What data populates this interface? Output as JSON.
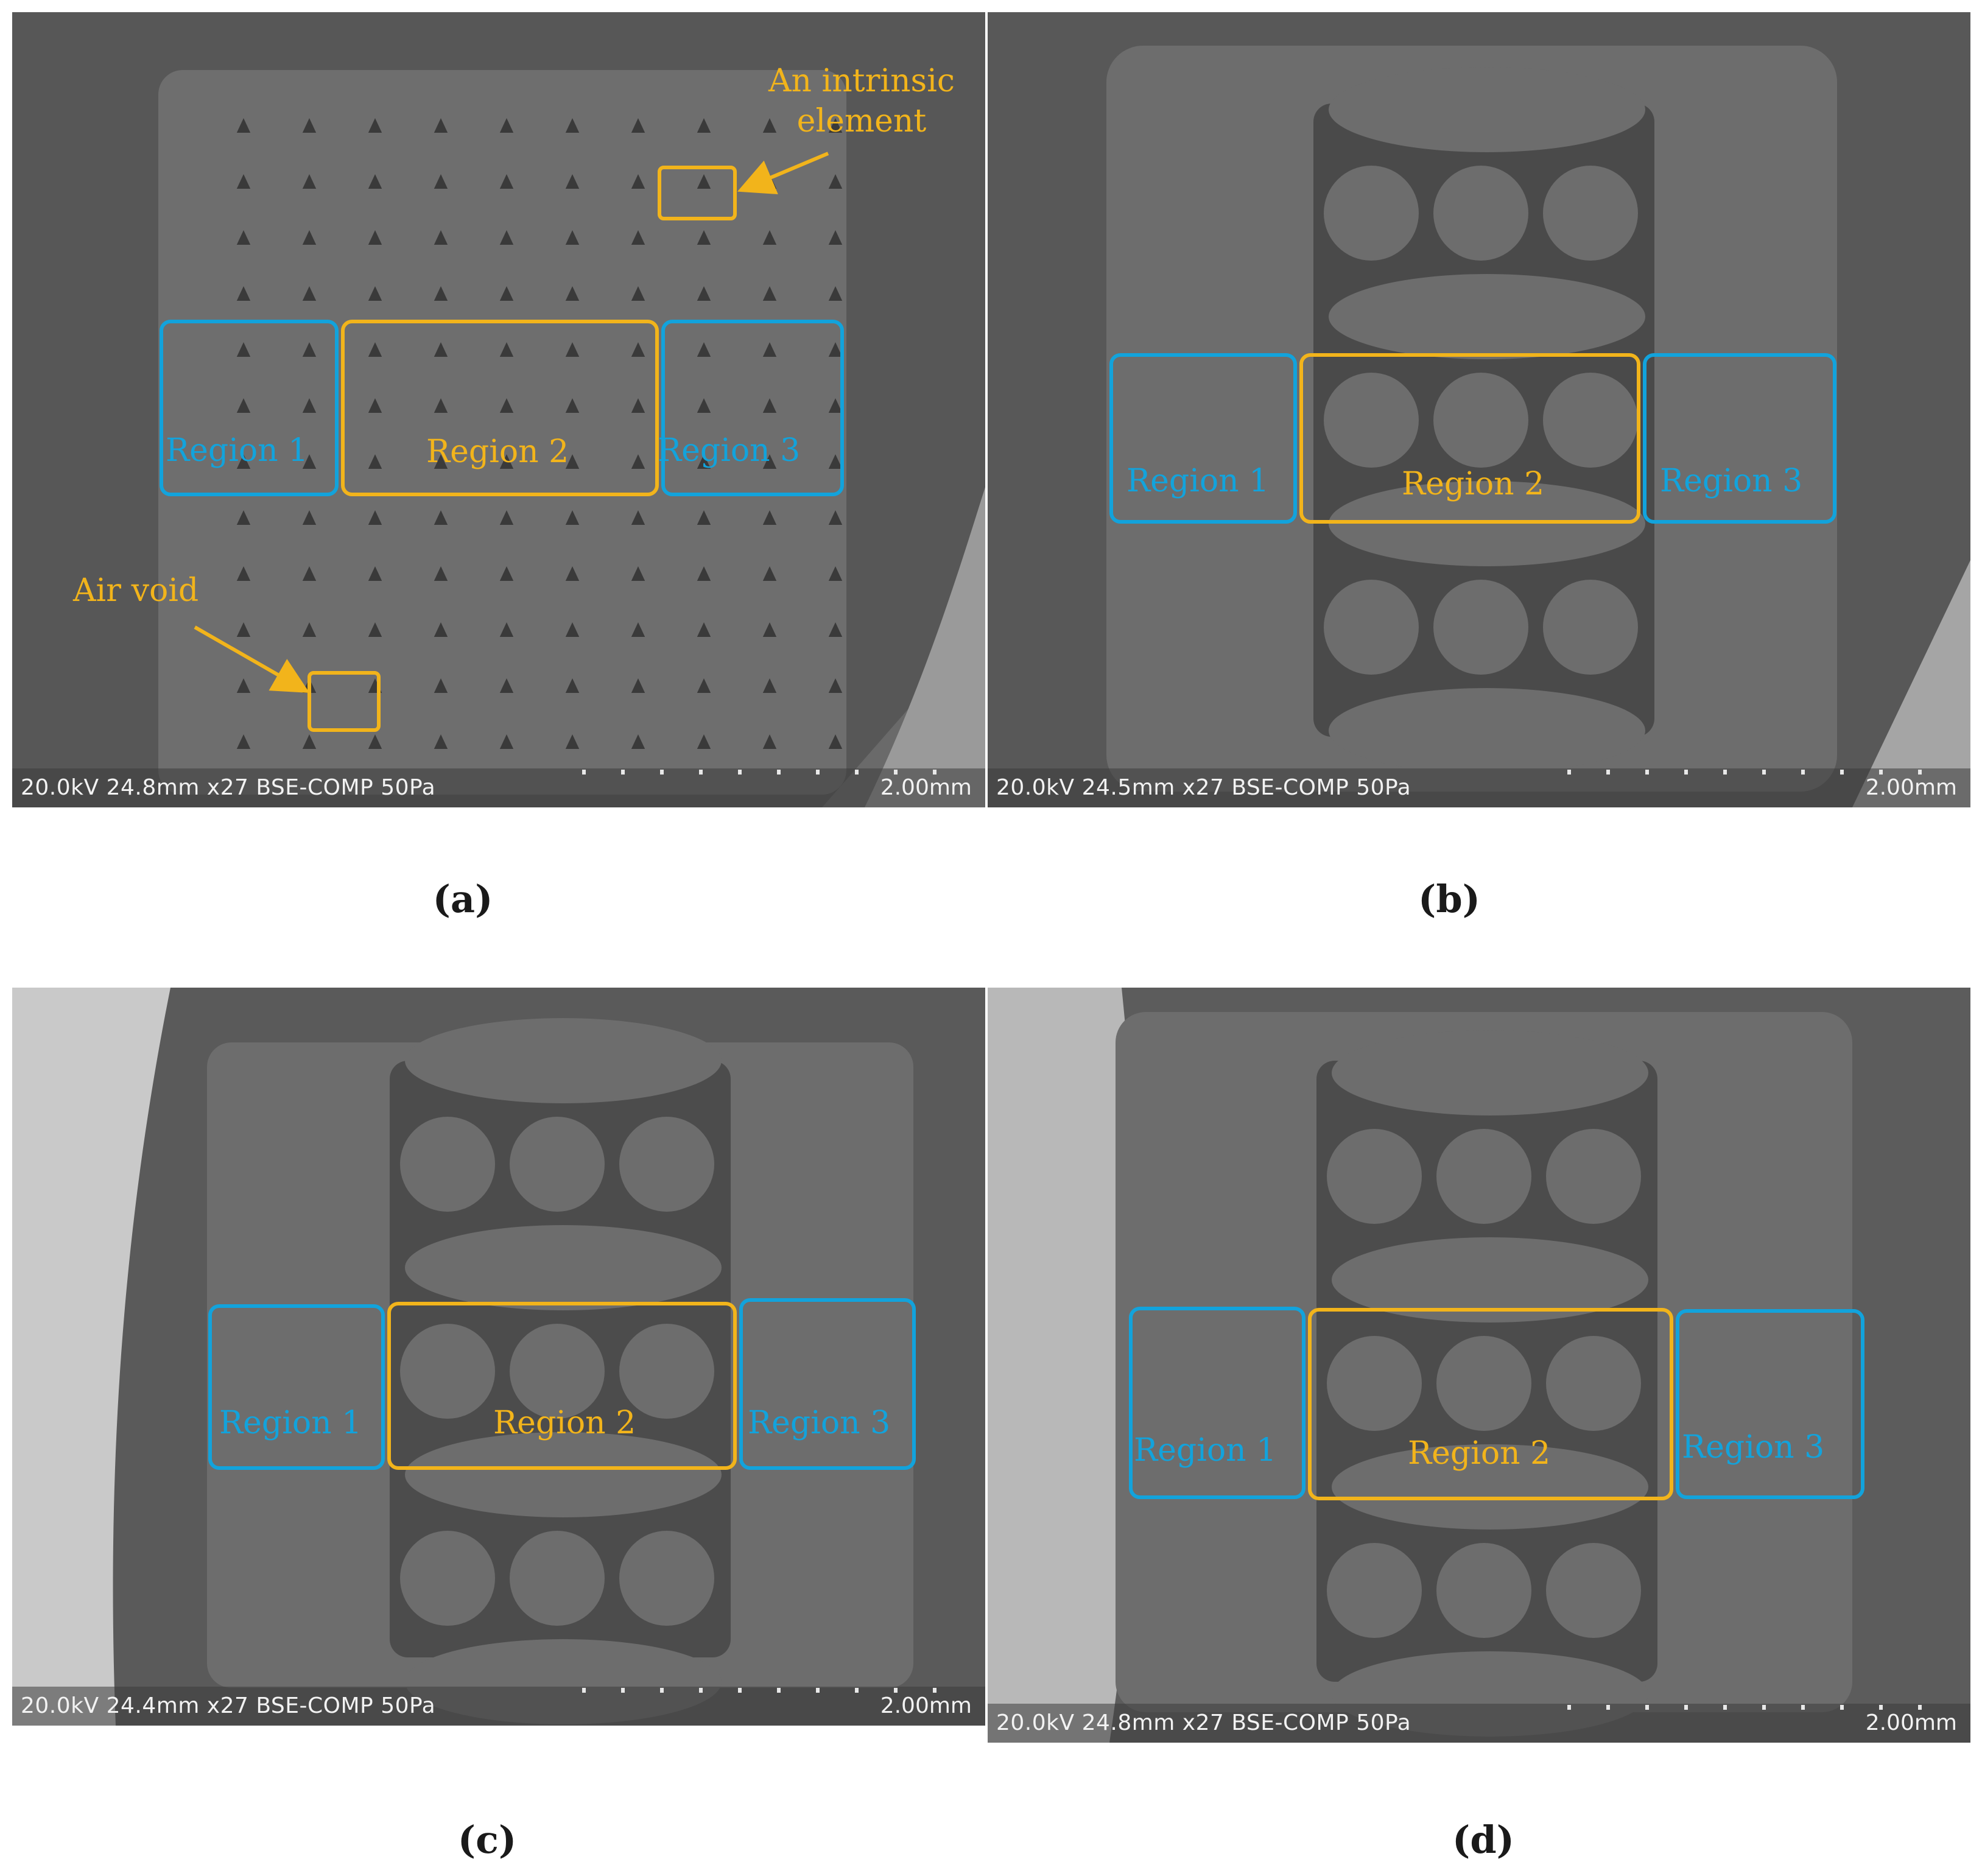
{
  "figure": {
    "panels": [
      {
        "id": "a",
        "caption": "(a)",
        "scale_text": "20.0kV 24.8mm x27 BSE-COMP 50Pa",
        "scale_bar": "2.00mm",
        "regions": [
          "Region 1",
          "Region 2",
          "Region 3"
        ],
        "annotations": {
          "intrinsic_element": "An intrinsic element",
          "air_void": "Air void"
        }
      },
      {
        "id": "b",
        "caption": "(b)",
        "scale_text": "20.0kV 24.5mm x27 BSE-COMP 50Pa",
        "scale_bar": "2.00mm",
        "regions": [
          "Region 1",
          "Region 2",
          "Region 3"
        ]
      },
      {
        "id": "c",
        "caption": "(c)",
        "scale_text": "20.0kV 24.4mm x27 BSE-COMP 50Pa",
        "scale_bar": "2.00mm",
        "regions": [
          "Region 1",
          "Region 2",
          "Region 3"
        ]
      },
      {
        "id": "d",
        "caption": "(d)",
        "scale_text": "20.0kV 24.8mm x27 BSE-COMP 50Pa",
        "scale_bar": "2.00mm",
        "regions": [
          "Region 1",
          "Region 2",
          "Region 3"
        ]
      }
    ],
    "colors": {
      "region_side": "#12a3dc",
      "region_center": "#f2b41b",
      "annotation": "#f2b41b"
    }
  }
}
